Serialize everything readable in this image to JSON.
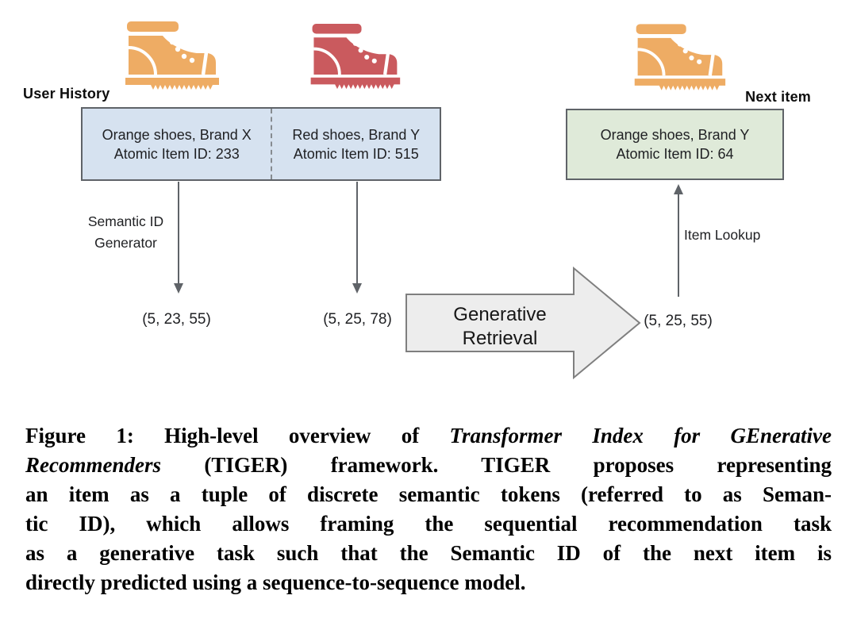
{
  "figure": {
    "user_history_label": "User History",
    "next_item_label": "Next item",
    "history_box": {
      "items": [
        {
          "line1": "Orange shoes, Brand X",
          "line2": "Atomic Item ID: 233"
        },
        {
          "line1": "Red shoes, Brand Y",
          "line2": "Atomic Item ID: 515"
        }
      ]
    },
    "next_item_box": {
      "line1": "Orange shoes, Brand Y",
      "line2": "Atomic Item ID: 64"
    },
    "semantic_id_generator_label": {
      "line1": "Semantic ID",
      "line2": "Generator"
    },
    "item_lookup_label": "Item Lookup",
    "generative_retrieval_label": {
      "line1": "Generative",
      "line2": "Retrieval"
    },
    "semantic_ids": [
      "(5, 23, 55)",
      "(5, 25, 78)"
    ],
    "predicted_semantic_id": "(5, 25, 55)",
    "icons": [
      "orange-boot-icon",
      "red-boot-icon",
      "orange-boot-icon"
    ],
    "colors": {
      "boot_orange": "#eeac64",
      "boot_red": "#ca5a5e",
      "history_box_fill": "#d6e2f0",
      "next_box_fill": "#dfead9",
      "box_border": "#5f6368",
      "arrow_gray": "#5f6368",
      "big_arrow_fill": "#ededed",
      "big_arrow_border": "#7f7f7f"
    }
  },
  "caption": {
    "label": "Figure 1:",
    "lines": [
      [
        {
          "t": "Figure 1: High-level overview of "
        },
        {
          "t": "Transformer Index for GEnerative",
          "i": true
        }
      ],
      [
        {
          "t": "Recommenders",
          "i": true
        },
        {
          "t": " (TIGER) framework. TIGER proposes representing"
        }
      ],
      [
        {
          "t": "an item as a tuple of discrete semantic tokens (referred to as Seman-"
        }
      ],
      [
        {
          "t": "tic ID), which allows framing the sequential recommendation task"
        }
      ],
      [
        {
          "t": "as a generative task such that the Semantic ID of the next item is"
        }
      ],
      [
        {
          "t": "directly predicted using a sequence-to-sequence model."
        }
      ]
    ]
  }
}
